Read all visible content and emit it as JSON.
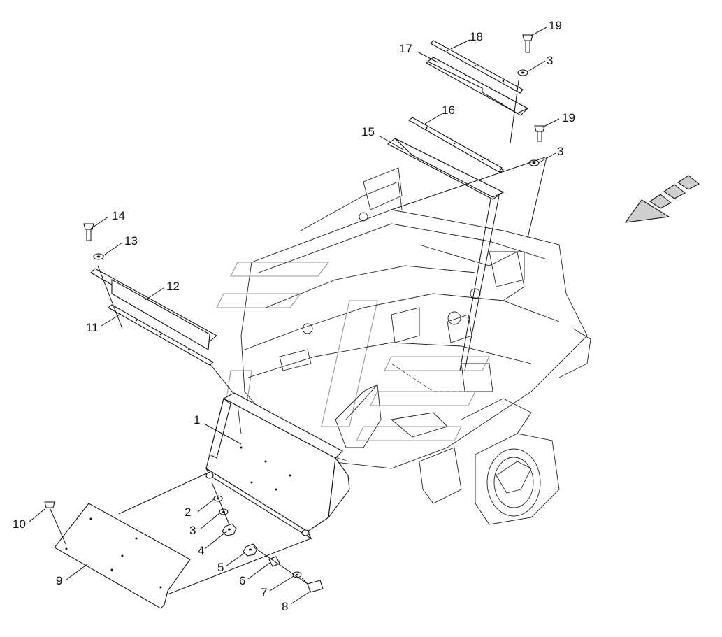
{
  "diagram": {
    "callouts": [
      {
        "id": "c1",
        "label": "1"
      },
      {
        "id": "c2",
        "label": "2"
      },
      {
        "id": "c3a",
        "label": "3"
      },
      {
        "id": "c3b",
        "label": "3"
      },
      {
        "id": "c3c",
        "label": "3"
      },
      {
        "id": "c4",
        "label": "4"
      },
      {
        "id": "c5",
        "label": "5"
      },
      {
        "id": "c6",
        "label": "6"
      },
      {
        "id": "c7",
        "label": "7"
      },
      {
        "id": "c8",
        "label": "8"
      },
      {
        "id": "c9",
        "label": "9"
      },
      {
        "id": "c10",
        "label": "10"
      },
      {
        "id": "c11",
        "label": "11"
      },
      {
        "id": "c12",
        "label": "12"
      },
      {
        "id": "c13",
        "label": "13"
      },
      {
        "id": "c14",
        "label": "14"
      },
      {
        "id": "c15",
        "label": "15"
      },
      {
        "id": "c16",
        "label": "16"
      },
      {
        "id": "c17",
        "label": "17"
      },
      {
        "id": "c18",
        "label": "18"
      },
      {
        "id": "c19a",
        "label": "19"
      },
      {
        "id": "c19b",
        "label": "19"
      }
    ],
    "direction_arrow_icon": "front-direction-arrow-icon",
    "colors": {
      "line": "#111111",
      "fill_grey": "#cfcfcf",
      "background": "#ffffff"
    }
  }
}
